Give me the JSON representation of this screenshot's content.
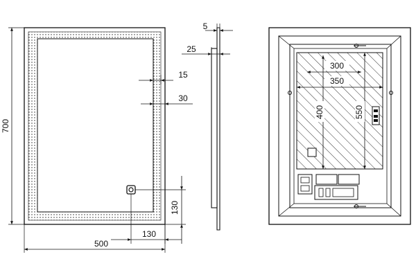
{
  "colors": {
    "line": "#111111",
    "background": "#ffffff",
    "hatch": "#333333"
  },
  "front_view": {
    "dims": {
      "width": "500",
      "height": "700",
      "border_15": "15",
      "border_30": "30",
      "sensor_x": "130",
      "sensor_y": "130"
    }
  },
  "side_view": {
    "dims": {
      "thickness": "5",
      "depth": "25"
    }
  },
  "rear_view": {
    "dims": {
      "inner_300": "300",
      "inner_350": "350",
      "inner_400": "400",
      "inner_550": "550"
    }
  },
  "icons": [
    "touch-sensor-icon",
    "wall-hook-icon",
    "driver-box-icon",
    "terminal-block-icon"
  ]
}
